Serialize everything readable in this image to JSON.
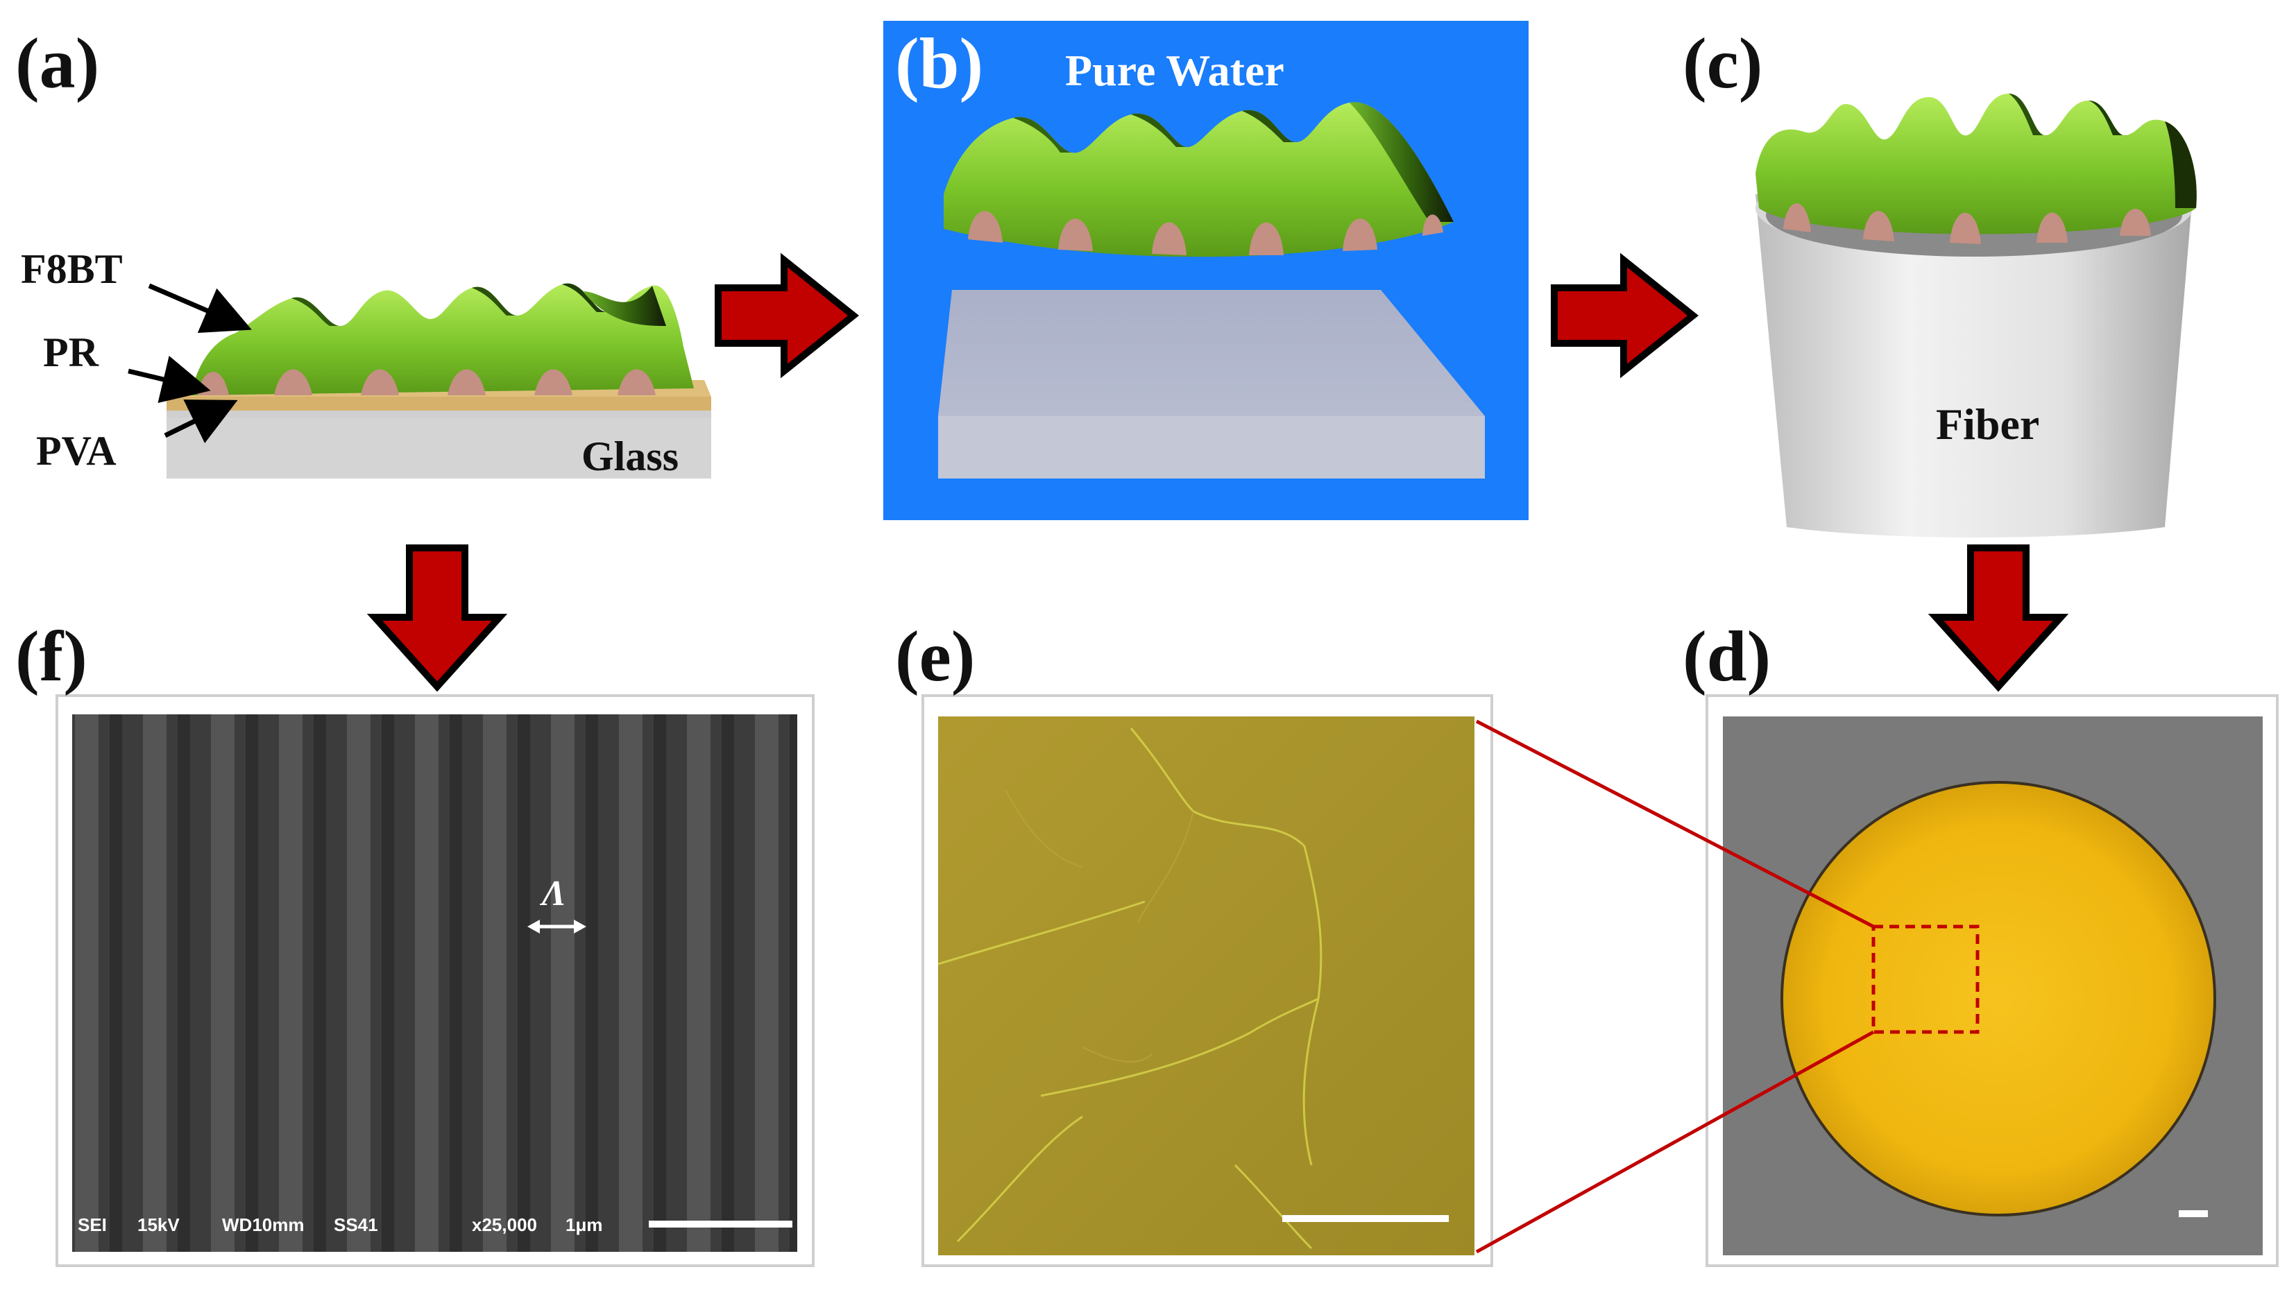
{
  "panels": {
    "a": "(a)",
    "b": "(b)",
    "c": "(c)",
    "d": "(d)",
    "e": "(e)",
    "f": "(f)"
  },
  "layers": {
    "f8bt": "F8BT",
    "pr": "PR",
    "pva": "PVA",
    "glass": "Glass"
  },
  "water_label": "Pure Water",
  "fiber_label": "Fiber",
  "sem": {
    "period_symbol": "Λ",
    "mode": "SEI",
    "voltage": "15kV",
    "wd": "WD10mm",
    "ss": "SS41",
    "mag": "x25,000",
    "scale": "1μm"
  },
  "colors": {
    "f8bt_green": "#8ed236",
    "pr_pink": "#c49083",
    "pva_tan": "#d6b16c",
    "glass_gray": "#d6d6d6",
    "water_blue": "#1a7dfb",
    "arrow_red": "#c10000",
    "fiber_gray": "#e6e6e6",
    "yellow_core": "#f0c020",
    "micro_olive": "#a8962c",
    "sem_dark": "#3a3a3a"
  }
}
